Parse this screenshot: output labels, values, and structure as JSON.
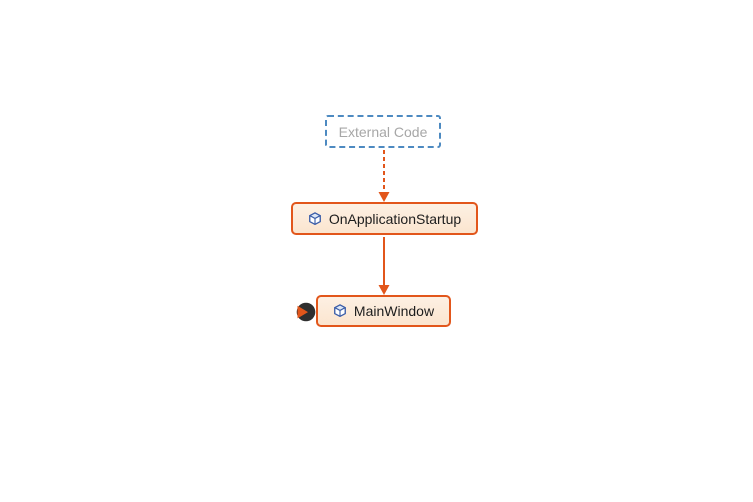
{
  "diagram": {
    "type": "dependency-graph",
    "background": "#ffffff",
    "nodes": [
      {
        "id": "external-code",
        "label": "External Code",
        "kind": "external-code-group"
      },
      {
        "id": "on-application-startup",
        "label": "OnApplicationStartup",
        "kind": "method",
        "icon": "method-cube-icon"
      },
      {
        "id": "main-window",
        "label": "MainWindow",
        "kind": "method",
        "icon": "method-cube-icon",
        "badge": "incoming-link-badge"
      }
    ],
    "edges": [
      {
        "from": "external-code",
        "to": "on-application-startup",
        "style": "dashed",
        "direction": "down"
      },
      {
        "from": "on-application-startup",
        "to": "main-window",
        "style": "solid",
        "direction": "down"
      }
    ]
  },
  "colors": {
    "accent_orange": "#e2561b",
    "node_fill_top": "#fdf0e3",
    "node_fill_bottom": "#fbe5cf",
    "node_text": "#1d1d1d",
    "external_border": "#4d8ac1",
    "external_text": "#a7a7a7",
    "icon_blue": "#3d5fa9",
    "badge_dark": "#2f2f2f"
  }
}
